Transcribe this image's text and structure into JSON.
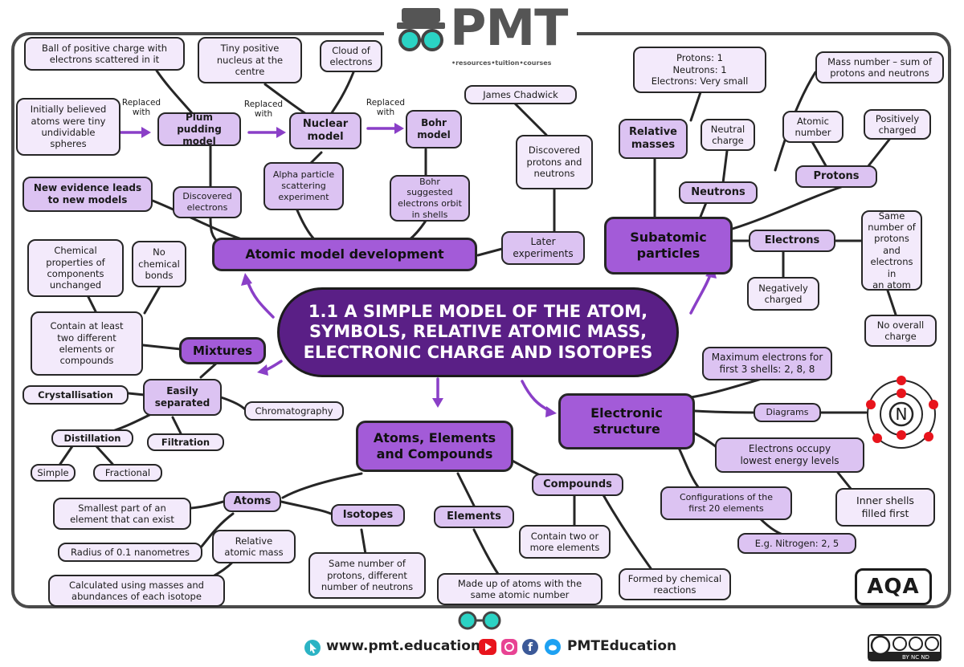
{
  "logo": {
    "title": "PMT",
    "subtitle": "•resources•tuition•courses"
  },
  "center_title": "1.1 A SIMPLE MODEL OF THE ATOM,\nSYMBOLS, RELATIVE ATOMIC MASS,\nELECTRONIC CHARGE AND ISOTOPES",
  "branches": {
    "atomic_model": "Atomic model development",
    "subatomic": "Subatomic\nparticles",
    "mixtures": "Mixtures",
    "atoms_elements": "Atoms, Elements\nand Compounds",
    "electronic": "Electronic\nstructure"
  },
  "atomic_model_nodes": {
    "ball_positive": "Ball of positive charge with\nelectrons scattered in it",
    "tiny_nucleus": "Tiny positive\nnucleus at the\ncentre",
    "cloud": "Cloud of\nelectrons",
    "initially": "Initially believed\natoms were tiny\nundividable\nspheres",
    "plum": "Plum pudding\nmodel",
    "nuclear": "Nuclear\nmodel",
    "bohr": "Bohr\nmodel",
    "replaced_1": "Replaced\nwith",
    "replaced_2": "Replaced\nwith",
    "replaced_3": "Replaced\nwith",
    "new_evidence": "New evidence leads\nto new models",
    "discovered_electrons": "Discovered\nelectrons",
    "alpha": "Alpha particle\nscattering\nexperiment",
    "bohr_suggested": "Bohr suggested\nelectrons orbit\nin shells",
    "chadwick": "James Chadwick",
    "discovered_pn": "Discovered\nprotons and\nneutrons",
    "later": "Later\nexperiments"
  },
  "subatomic_nodes": {
    "masses_values": "Protons: 1\nNeutrons: 1\nElectrons: Very small",
    "relative_masses": "Relative\nmasses",
    "mass_number": "Mass number – sum of\nprotons and neutrons",
    "atomic_number": "Atomic\nnumber",
    "positively": "Positively\ncharged",
    "neutral": "Neutral\ncharge",
    "protons": "Protons",
    "neutrons": "Neutrons",
    "electrons": "Electrons",
    "same_number": "Same\nnumber of\nprotons and\nelectrons in\nan atom",
    "negatively": "Negatively\ncharged",
    "no_overall": "No overall\ncharge"
  },
  "mixtures_nodes": {
    "chem_props": "Chemical\nproperties of\ncomponents\nunchanged",
    "no_bonds": "No\nchemical\nbonds",
    "two_different": "Contain at least\ntwo different\nelements or\ncompounds",
    "easily": "Easily\nseparated",
    "crystallisation": "Crystallisation",
    "chromatography": "Chromatography",
    "distillation": "Distillation",
    "filtration": "Filtration",
    "simple": "Simple",
    "fractional": "Fractional"
  },
  "aec_nodes": {
    "atoms": "Atoms",
    "smallest": "Smallest part of an\nelement that can exist",
    "radius": "Radius of 0.1 nanometres",
    "isotopes": "Isotopes",
    "relative_atomic_mass": "Relative\natomic mass",
    "calculated": "Calculated using masses and\nabundances of each isotope",
    "same_protons": "Same number of\nprotons, different\nnumber of neutrons",
    "elements": "Elements",
    "made_up": "Made up of atoms with the\nsame atomic number",
    "compounds": "Compounds",
    "two_or_more": "Contain two or\nmore elements",
    "formed": "Formed by chemical\nreactions"
  },
  "electronic_nodes": {
    "maximum": "Maximum electrons for\nfirst 3 shells: 2, 8, 8",
    "diagrams": "Diagrams",
    "lowest": "Electrons occupy\nlowest energy levels",
    "inner": "Inner shells\nfilled first",
    "configurations": "Configurations of the\nfirst 20 elements",
    "nitrogen": "E.g. Nitrogen: 2, 5",
    "atom_symbol": "N"
  },
  "badge": "AQA",
  "footer": {
    "website": "www.pmt.education",
    "social": "PMTEducation",
    "license": "BY NC ND"
  },
  "colors": {
    "center": "#5a1f86",
    "branch": "#a35bd8",
    "mid": "#dcc3f2",
    "leaf": "#f3eafb",
    "arrow": "#8a3fc7",
    "electron": "#e8141c"
  }
}
